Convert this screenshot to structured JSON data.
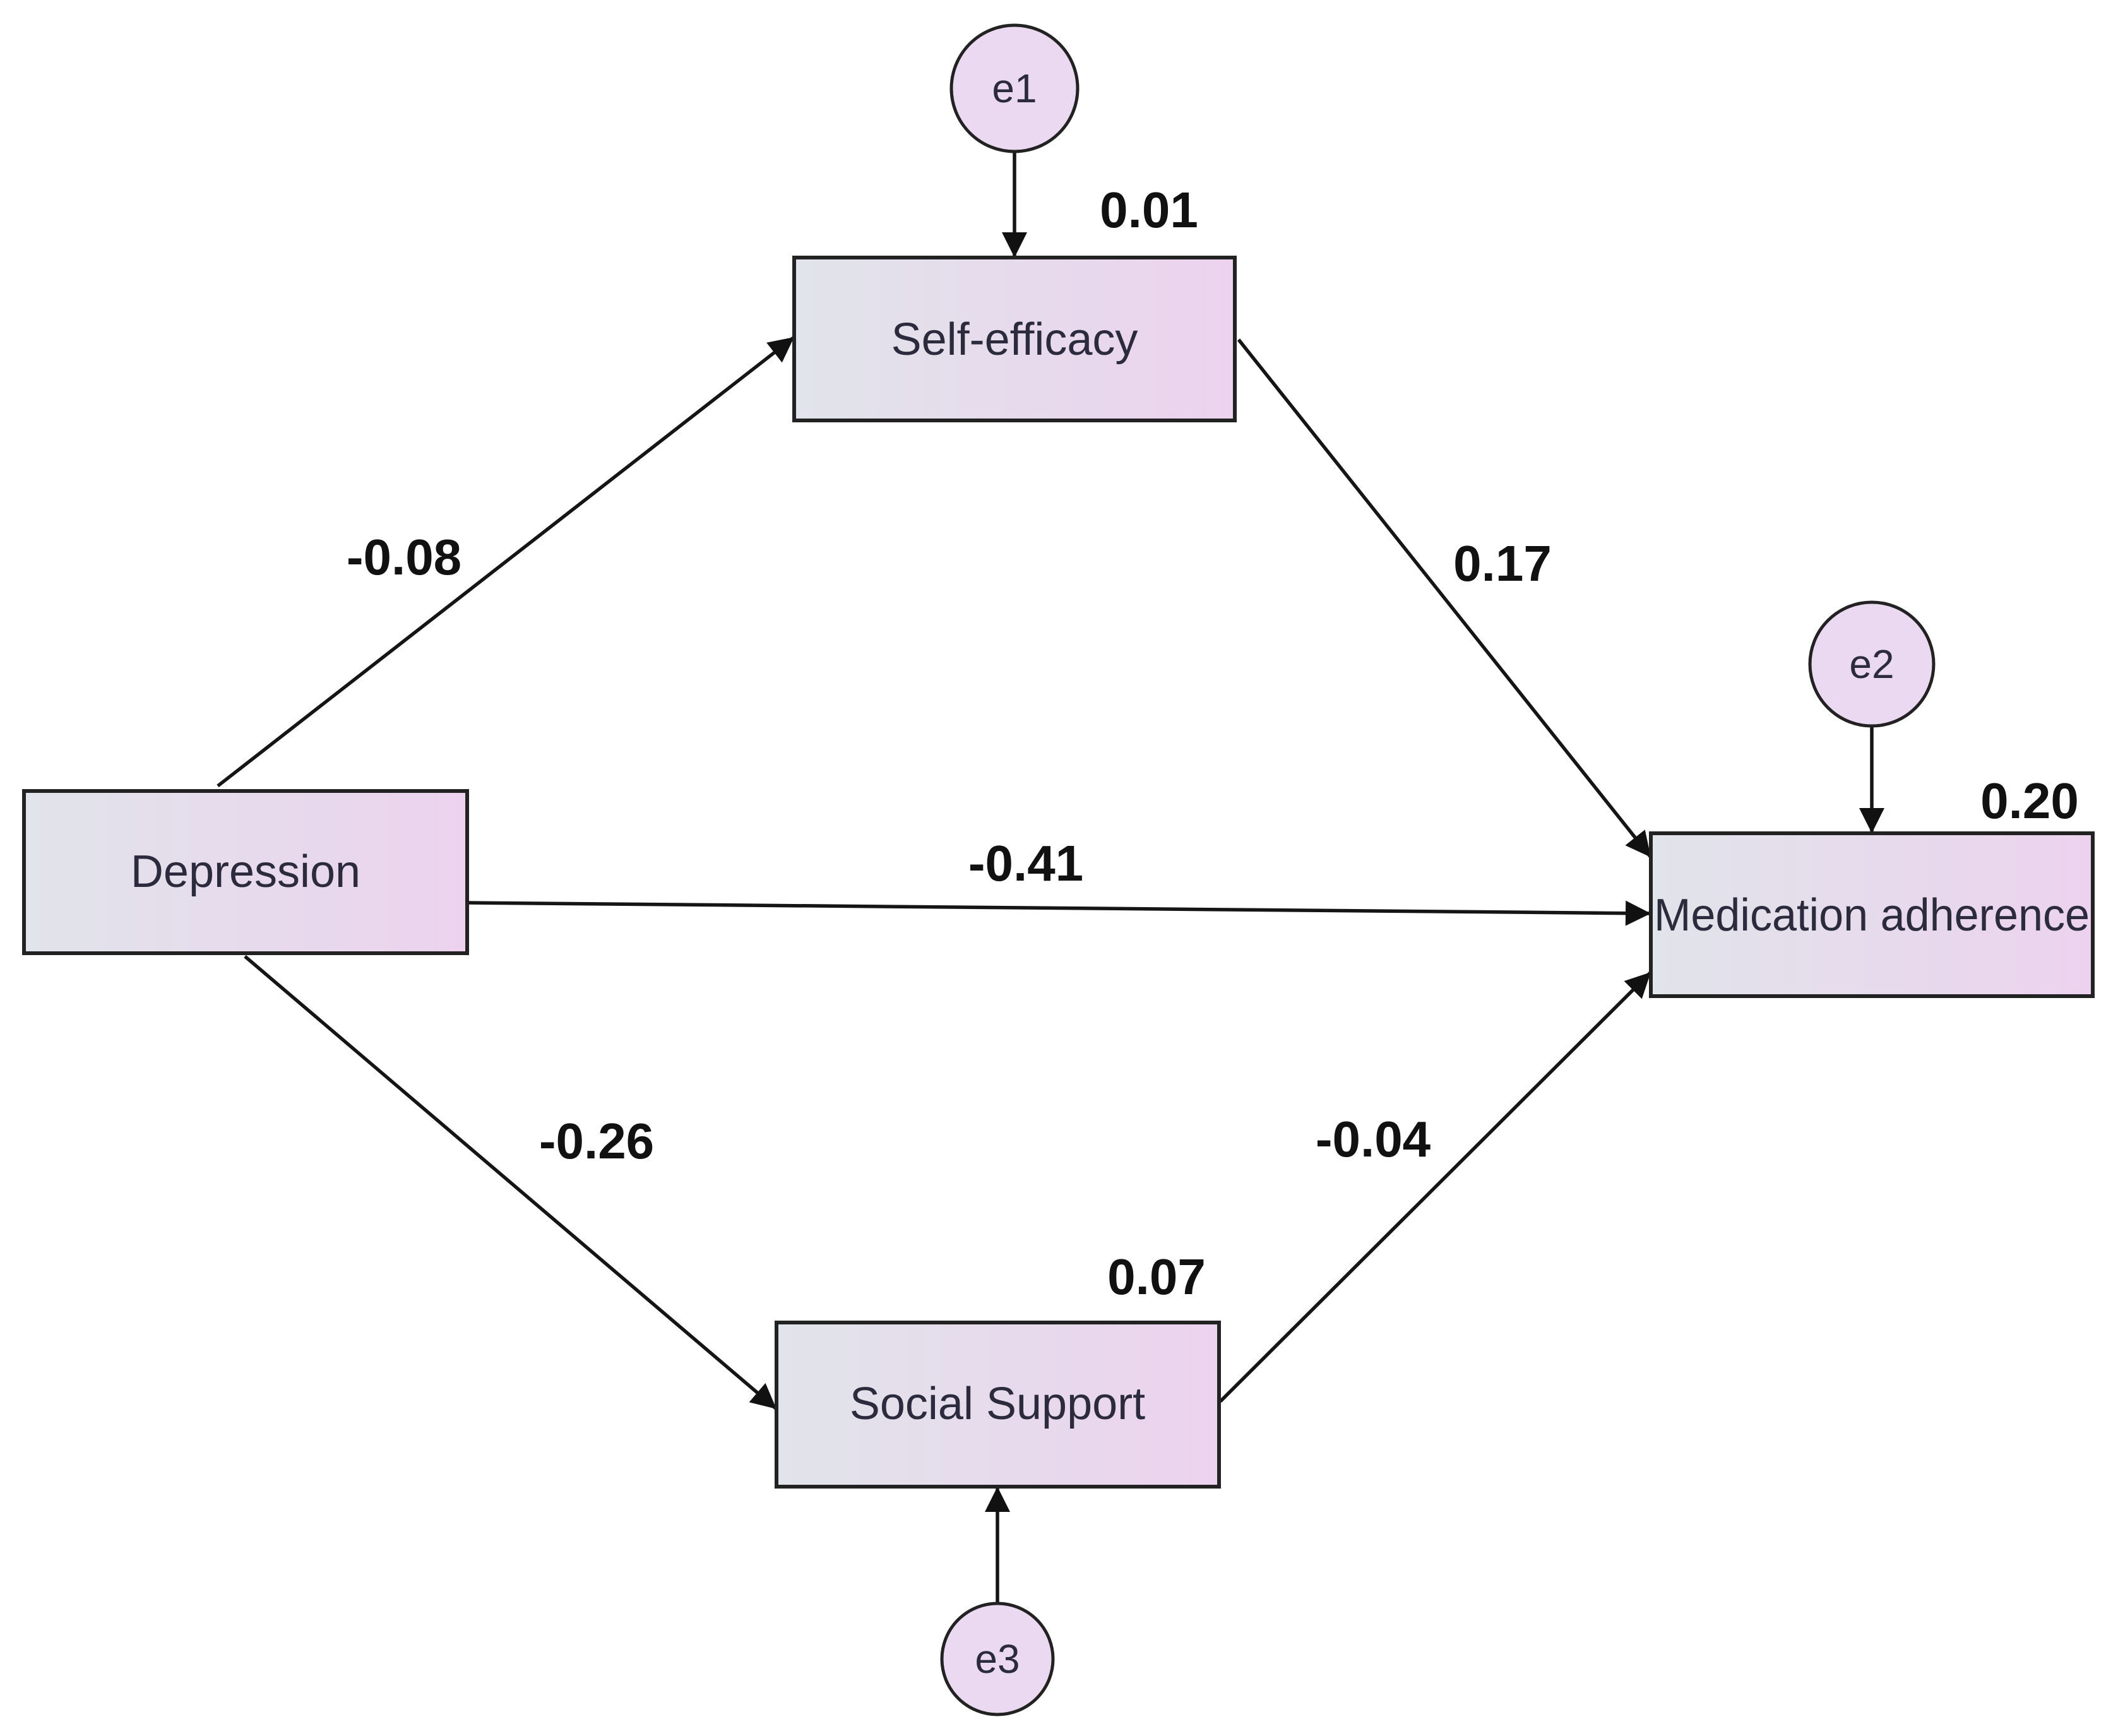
{
  "nodes": {
    "depression": {
      "label": "Depression"
    },
    "self_efficacy": {
      "label": "Self-efficacy",
      "r2": "0.01"
    },
    "social_support": {
      "label": "Social Support",
      "r2": "0.07"
    },
    "medication_adherence": {
      "label": "Medication adherence",
      "r2": "0.20"
    }
  },
  "errors": {
    "e1": {
      "label": "e1"
    },
    "e2": {
      "label": "e2"
    },
    "e3": {
      "label": "e3"
    }
  },
  "paths": {
    "depression_to_self_efficacy": "-0.08",
    "self_efficacy_to_adherence": "0.17",
    "depression_to_adherence": "-0.41",
    "depression_to_social_support": "-0.26",
    "social_support_to_adherence": "-0.04"
  },
  "colors": {
    "box_fill_left": "#e1e4ea",
    "box_fill_right": "#ecd2ee",
    "circle_fill": "#ebd9f2",
    "stroke": "#222222",
    "text": "#2b2b3d"
  }
}
